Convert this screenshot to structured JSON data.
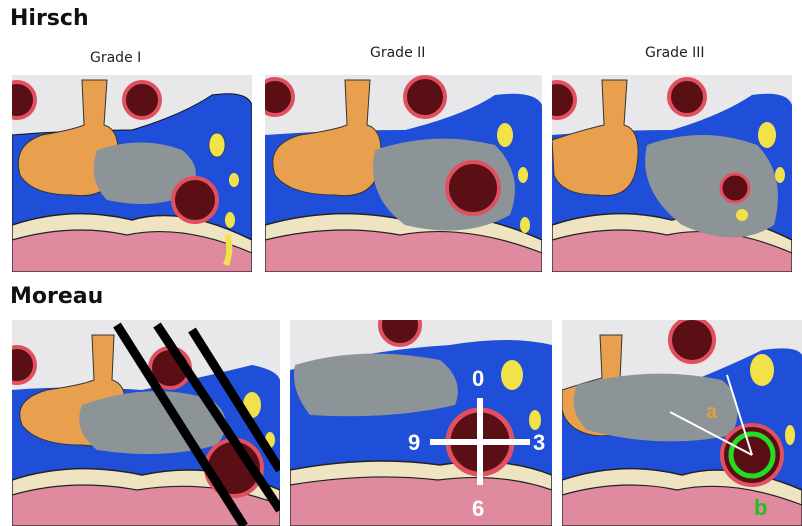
{
  "sections": {
    "hirsch_title": "Hirsch",
    "moreau_title": "Moreau"
  },
  "hirsch": {
    "grades": [
      {
        "label": "Grade I"
      },
      {
        "label": "Grade II"
      },
      {
        "label": "Grade III"
      }
    ]
  },
  "moreau": {
    "clock": {
      "top": "0",
      "right": "3",
      "bottom": "6",
      "left": "9"
    },
    "angle": {
      "a": "a",
      "b": "b"
    }
  },
  "colors": {
    "background": "#e8e8ea",
    "blue_sinus": "#1f4fd8",
    "pituitary": "#e9a04e",
    "tumor": "#8c9498",
    "artery_fill": "#5a0f14",
    "artery_ring": "#e05060",
    "nerve": "#f2e24a",
    "bone": "#efe4c2",
    "brain": "#e08aa0",
    "clock_lines": "#ffffff",
    "label_a": "#e0a040",
    "label_b": "#20c020",
    "green_ring": "#22dd22"
  }
}
